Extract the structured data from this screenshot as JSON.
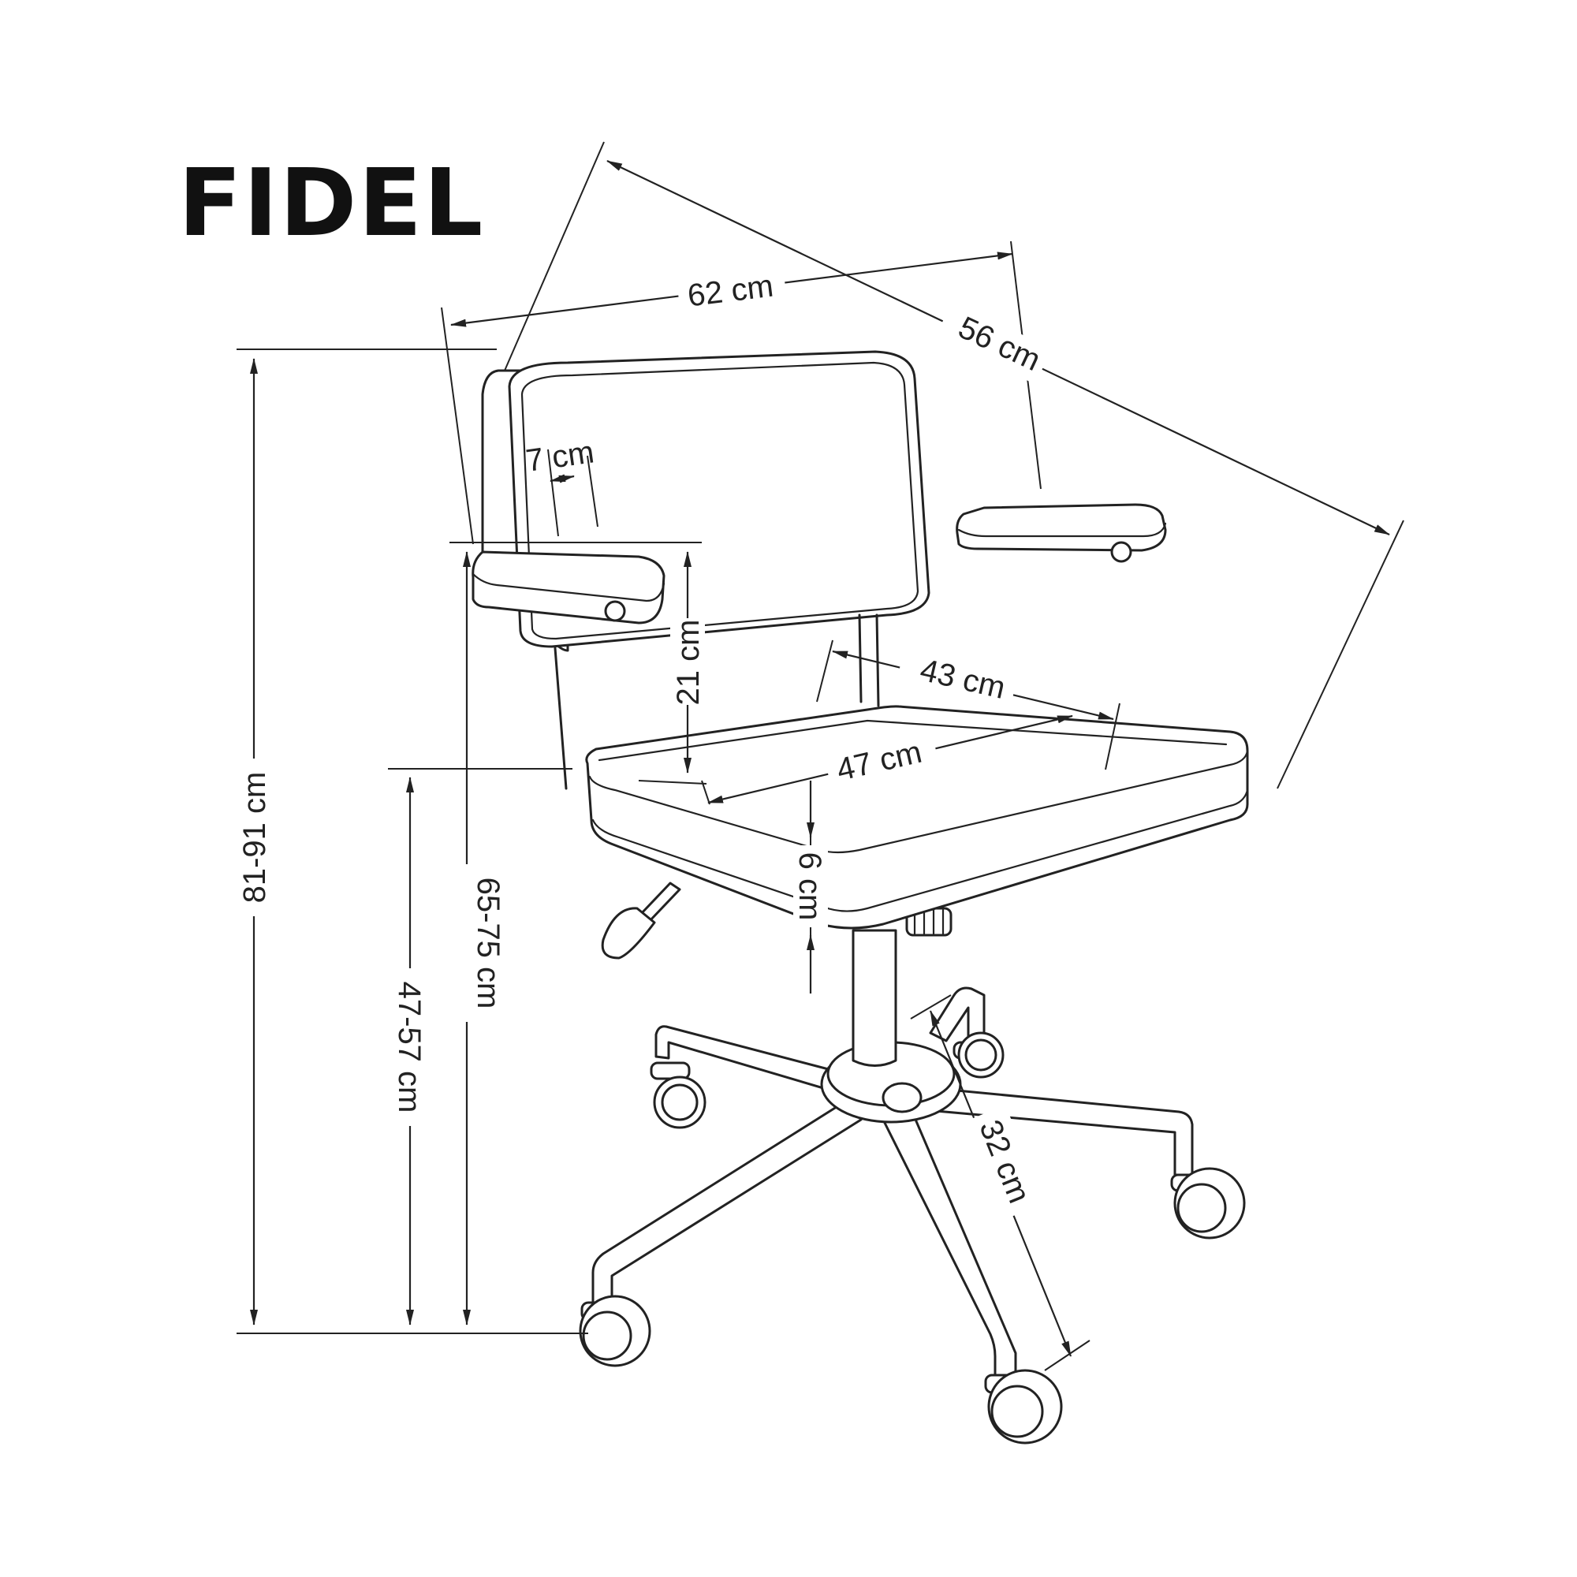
{
  "title": "FIDEL",
  "dimensions": {
    "total_height": "81-91 cm",
    "armrest_height": "65-75 cm",
    "seat_height": "47-57 cm",
    "total_width": "62 cm",
    "total_depth": "56 cm",
    "armrest_width": "7 cm",
    "armrest_above_seat": "21 cm",
    "seat_depth": "43 cm",
    "seat_width": "47 cm",
    "seat_thickness": "6 cm",
    "base_radius": "32 cm"
  }
}
